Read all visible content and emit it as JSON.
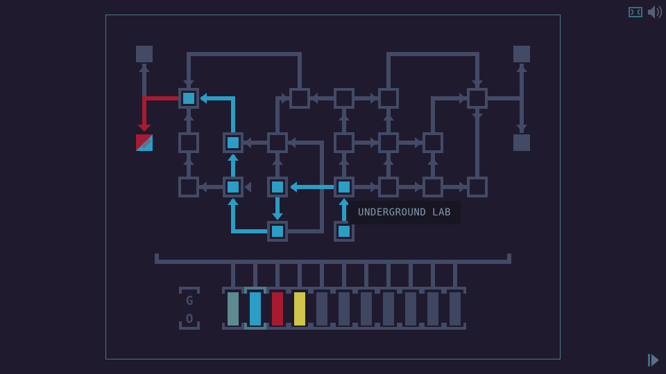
{
  "level": {
    "name": "UNDERGROUND LAB"
  },
  "colors": {
    "background": "#1f1a2e",
    "wire": "#424a66",
    "blue": "#2a9ec4",
    "red": "#a81a30",
    "yellow": "#cfc54a",
    "teal": "#5e8a92",
    "frame": "#4c7a8a"
  },
  "toolbar": {
    "fullscreen_icon": "fullscreen-icon",
    "sound_icon": "speaker-icon",
    "next_icon": "next-arrow-icon"
  },
  "go_button": {
    "label_top": "G",
    "label_bottom": "O"
  },
  "slots": [
    {
      "color": "#5e8a92",
      "selected": false
    },
    {
      "color": "#2a9ec4",
      "selected": true
    },
    {
      "color": "#a81a30",
      "selected": false
    },
    {
      "color": "#cfc54a",
      "selected": false
    },
    {
      "color": "#3e4662",
      "selected": false
    },
    {
      "color": "#3e4662",
      "selected": false
    },
    {
      "color": "#3e4662",
      "selected": false
    },
    {
      "color": "#3e4662",
      "selected": false
    },
    {
      "color": "#3e4662",
      "selected": false
    },
    {
      "color": "#3e4662",
      "selected": false
    },
    {
      "color": "#3e4662",
      "selected": false
    }
  ]
}
